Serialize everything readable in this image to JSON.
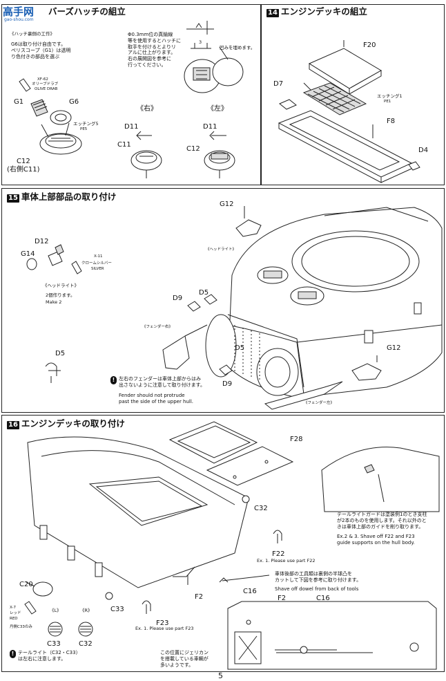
{
  "watermark": {
    "brand": "高手网",
    "url": "gao-shou.com"
  },
  "page_number": "5",
  "s13": {
    "title": "バーズハッチの組立",
    "subtitle": "《ハッチ裏側の工作》",
    "note1": "G6は取り付け自由です。\nペリスコープ（G1）は透明\nり色付きの部品を選ぶ",
    "note2": "Φ0.3mm位の真鍮線\n等を使用するとハッチに\n取手を付けるとよりリ\nアルに仕上がります。\n右の展開図を参考に\n行ってください。",
    "dim": "3",
    "dent_note": "凹みを埋めます。",
    "paint1_code": "XF-62",
    "paint1_jp": "オリーブドラブ",
    "paint1_en": "OLIVE DRAB",
    "etch_label": "エッチング5",
    "etch_code": "PE5",
    "right_label": "《右》",
    "left_label": "《左》",
    "parts": {
      "g1": "G1",
      "g6": "G6",
      "c12": "C12",
      "c12_right": "(右側C11)",
      "d11a": "D11",
      "c11": "C11",
      "d11b": "D11",
      "c12b": "C12"
    }
  },
  "s14": {
    "num": "14",
    "title": "エンジンデッキの組立",
    "etch_label": "エッチング1",
    "etch_code": "PE1",
    "parts": {
      "f20": "F20",
      "d7": "D7",
      "f8": "F8",
      "d4": "D4"
    }
  },
  "s15": {
    "num": "15",
    "title": "車体上部部品の取り付け",
    "headlight_label": "《ヘッドライト》",
    "headlight_label2": "《ヘッドライト》",
    "make2_jp": "2個作ります。",
    "make2_en": "Make 2",
    "paint_code": "X-11",
    "paint_jp": "クロームシルバー",
    "paint_en": "SILVER",
    "fender_right": "《フェンダー右》",
    "fender_left": "《フェンダー左》",
    "warning_jp": "左右のフェンダーは車体上部からはみ\n出さないように注意して取り付けます。",
    "warning_en": "Fender should not protrude\npast the side of the upper hull.",
    "parts": {
      "g12a": "G12",
      "d12": "D12",
      "g14": "G14",
      "d9a": "D9",
      "d5a": "D5",
      "d5b": "D5",
      "d9b": "D9",
      "g12b": "G12",
      "d5c": "D5"
    }
  },
  "s16": {
    "num": "16",
    "title": "エンジンデッキの取り付け",
    "parts": {
      "f28": "F28",
      "c32a": "C32",
      "f22": "F22",
      "c16a": "C16",
      "c20": "C20",
      "c33a": "C33",
      "f2a": "F2",
      "f23": "F23",
      "c33b": "C33",
      "c32b": "C32",
      "f2b": "F2",
      "c16b": "C16"
    },
    "ex1_f22": "Ex. 1. Please use part F22",
    "ex1_f23": "Ex. 1. Please use part F23",
    "guard_note_jp": "テールライトガードは塗装例1のとき支柱\nが2本のものを使用します。それ以外のと\nきは車体上部のガイドを削り取ります。",
    "guard_note_en": "Ex.2 & 3. Shave off F22 and F23\nguide supports on the hull body.",
    "tools_note_jp": "車体後部の工具類は裏側の半球凸を\nカットして下図を参考に取り付けます。",
    "tools_note_en": "Shave off dowel from back of tools",
    "jerrycan_note": "この位置にジェリカン\nを搭載している車輌が\n多いようです。",
    "paint_code": "X-7",
    "paint_jp": "レッド",
    "paint_en": "RED",
    "paint_note": "C33のみ",
    "paint_note_prefix": "丹側",
    "left_label": "《L》",
    "right_label": "《R》",
    "taillight_warning": "テールライト（C32・C33）\nは左右に注意します。"
  }
}
